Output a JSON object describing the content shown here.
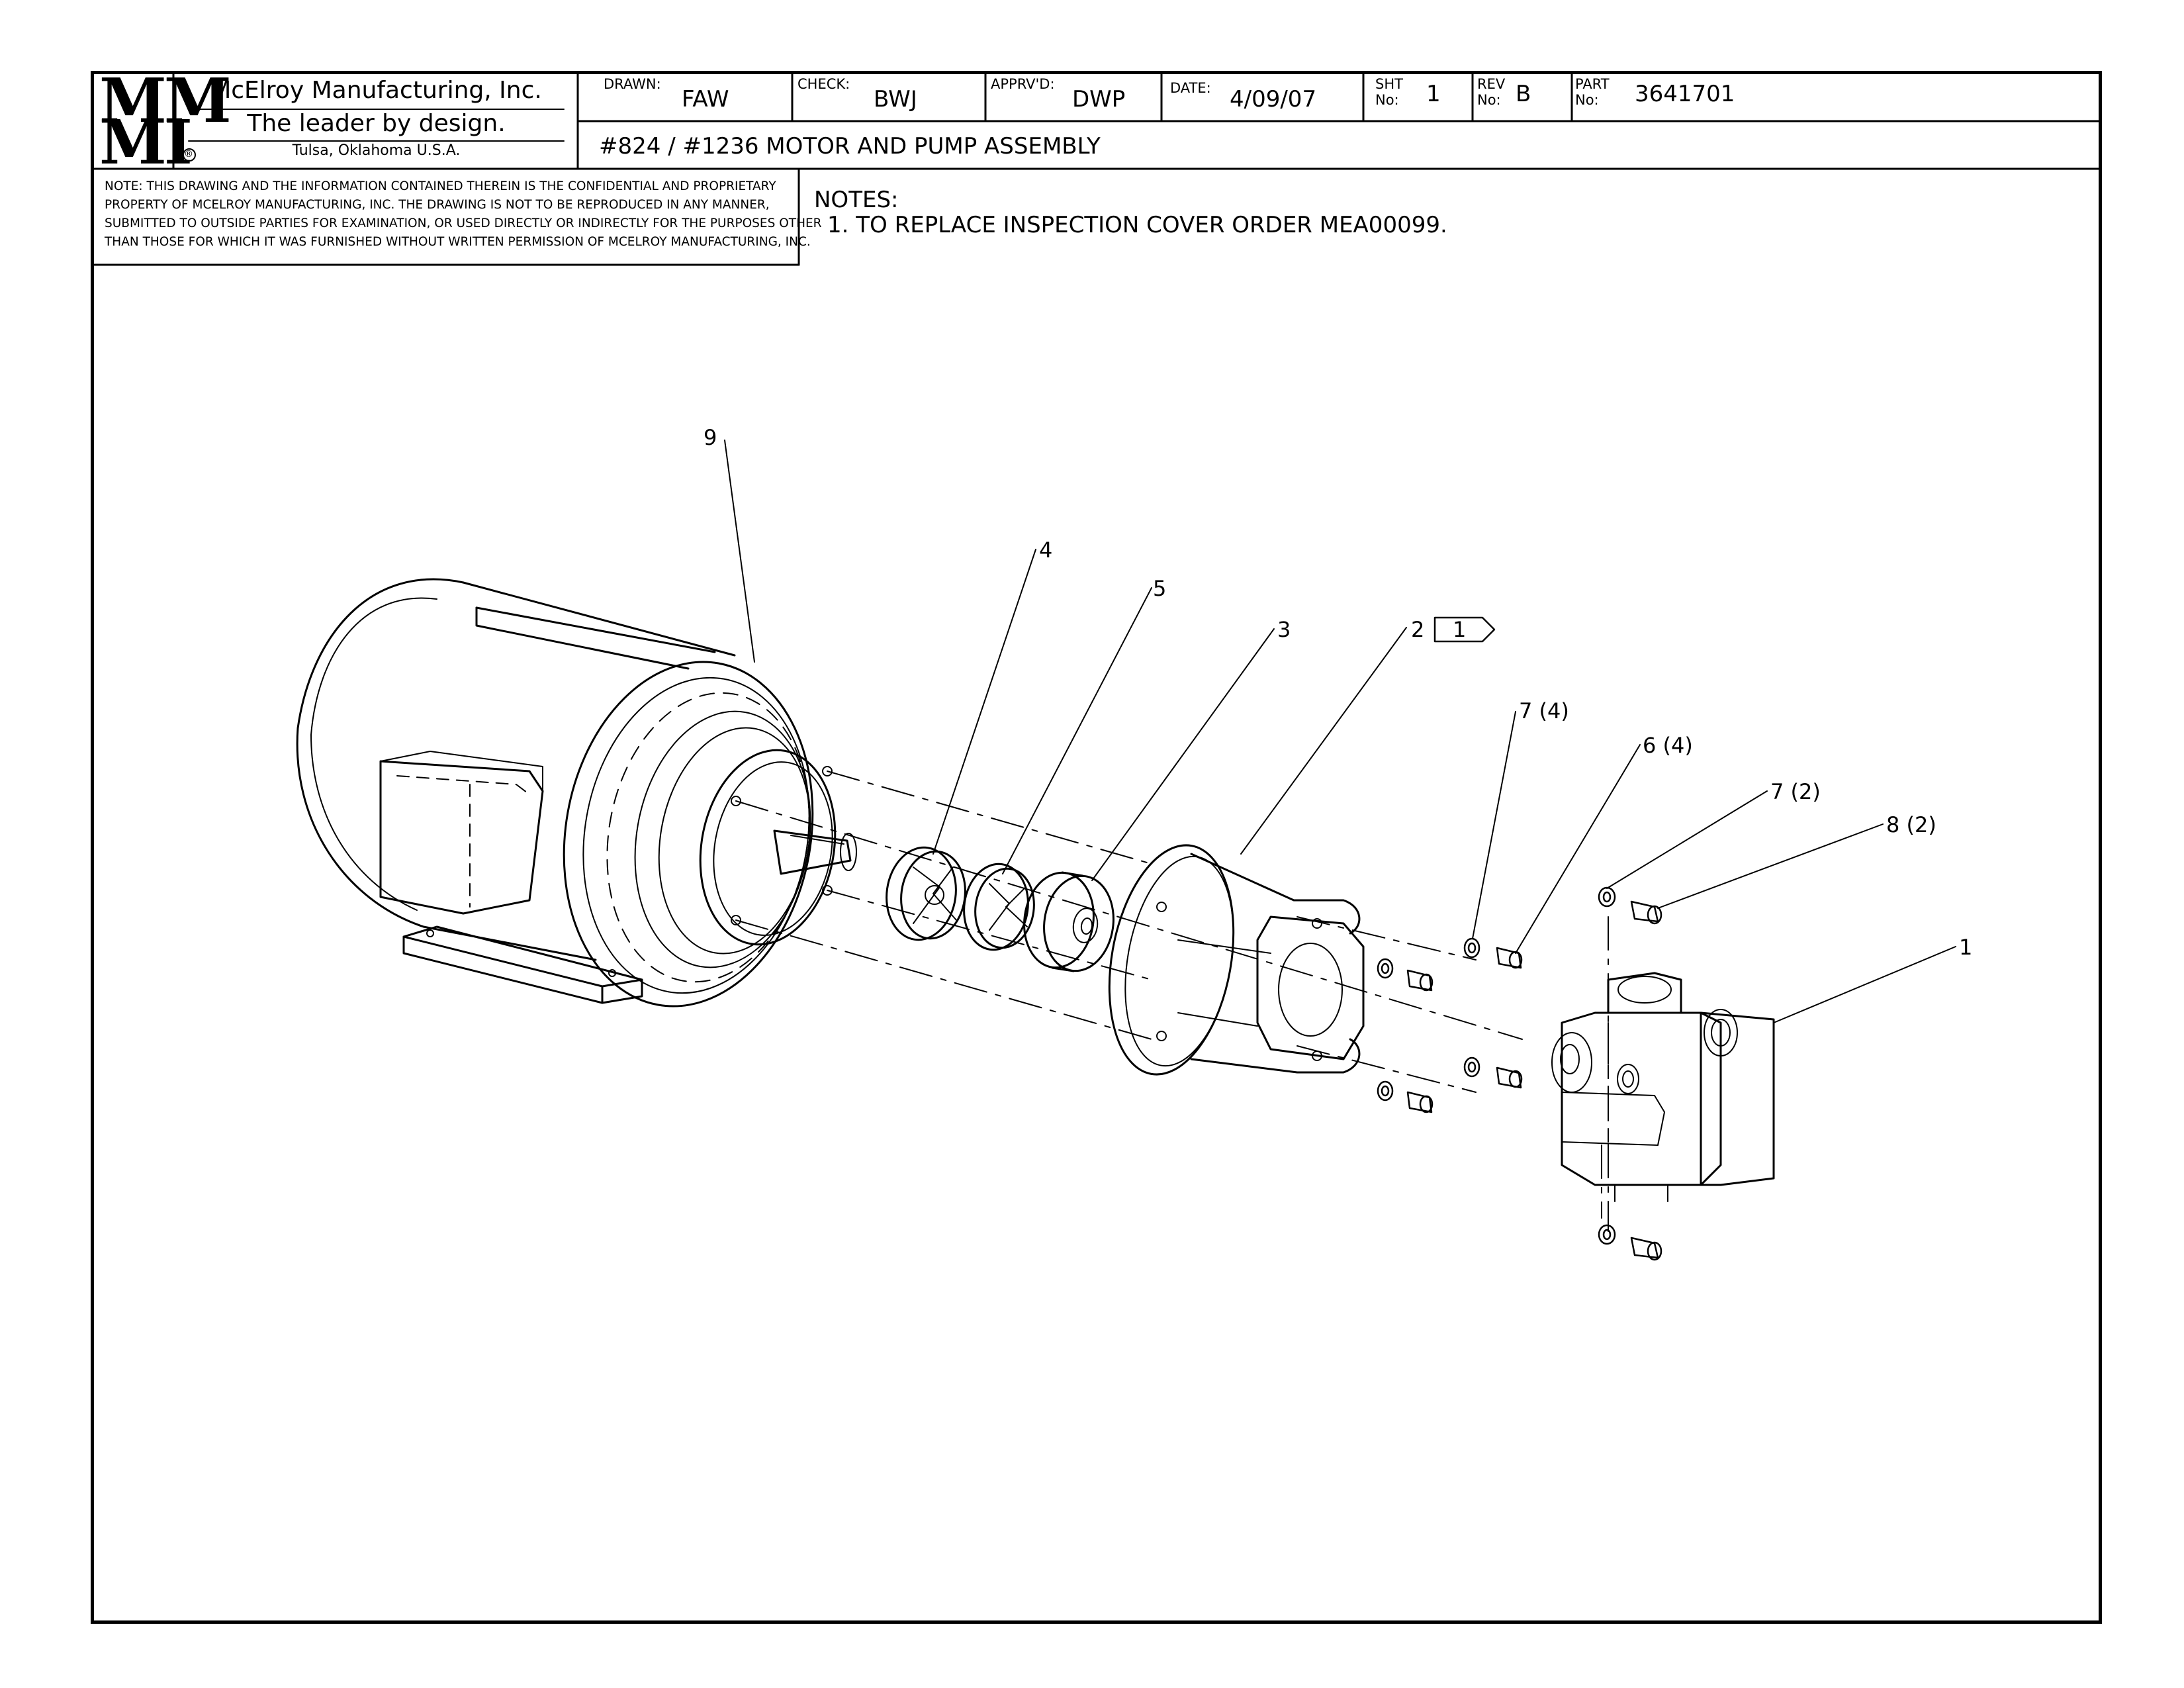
{
  "logo": {
    "line1": "MM",
    "line2": "MI",
    "registered": "®"
  },
  "company": {
    "name": "McElroy Manufacturing, Inc.",
    "tagline": "The leader by design.",
    "location": "Tulsa, Oklahoma U.S.A."
  },
  "title_block": {
    "drawn_label": "DRAWN:",
    "drawn": "FAW",
    "check_label": "CHECK:",
    "check": "BWJ",
    "apprvd_label": "APPRV'D:",
    "apprvd": "DWP",
    "date_label": "DATE:",
    "date": "4/09/07",
    "sht_label_1": "SHT",
    "sht_label_2": "No:",
    "sht": "1",
    "rev_label_1": "REV",
    "rev_label_2": "No:",
    "rev": "B",
    "part_label_1": "PART",
    "part_label_2": "No:",
    "part": "3641701",
    "title": "#824 / #1236 MOTOR AND PUMP ASSEMBLY"
  },
  "confidential": {
    "line1": "NOTE: THIS DRAWING AND THE INFORMATION CONTAINED THEREIN IS THE CONFIDENTIAL AND PROPRIETARY",
    "line2": "PROPERTY OF McElroy Manufacturing, Inc. THE DRAWING IS NOT TO BE REPRODUCED IN ANY MANNER,",
    "line3": "SUBMITTED TO OUTSIDE PARTIES FOR EXAMINATION, OR USED DIRECTLY OR INDIRECTLY FOR THE PURPOSES OTHER",
    "line4": "THAN THOSE FOR WHICH IT WAS FURNISHED WITHOUT WRITTEN PERMISSION OF McElroy Manufacturing, Inc."
  },
  "notes": {
    "heading": "NOTES:",
    "items": [
      "1. TO REPLACE INSPECTION COVER ORDER MEA00099."
    ]
  },
  "callouts": {
    "c9": "9",
    "c4": "4",
    "c5": "5",
    "c3": "3",
    "c2": "2",
    "c2_flag": "1",
    "c7a": "7 (4)",
    "c6": "6 (4)",
    "c7b": "7 (2)",
    "c8": "8 (2)",
    "c1": "1"
  }
}
